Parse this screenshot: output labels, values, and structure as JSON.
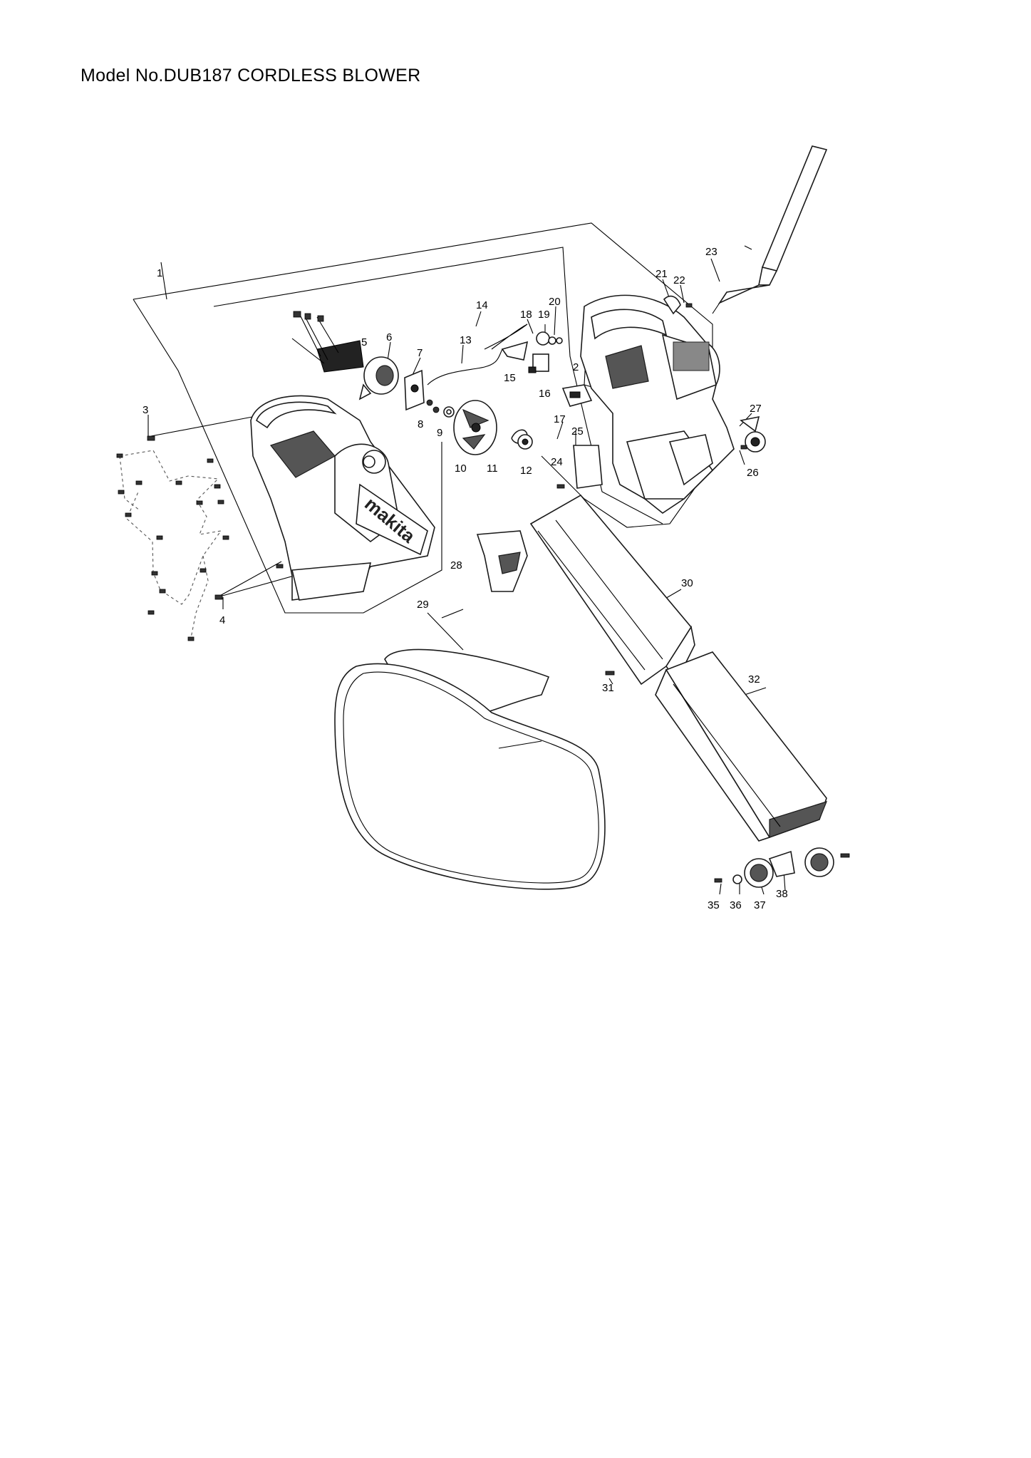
{
  "page": {
    "title": "Model No.DUB187 CORDLESS BLOWER"
  },
  "diagram": {
    "callouts": [
      "1",
      "2",
      "3",
      "4",
      "5",
      "6",
      "7",
      "8",
      "9",
      "10",
      "11",
      "12",
      "13",
      "14",
      "15",
      "16",
      "17",
      "18",
      "19",
      "20",
      "21",
      "22",
      "23",
      "24",
      "25",
      "26",
      "27",
      "28",
      "29",
      "30",
      "31",
      "32",
      "35",
      "36",
      "37",
      "38"
    ],
    "logo_text": "makita"
  }
}
